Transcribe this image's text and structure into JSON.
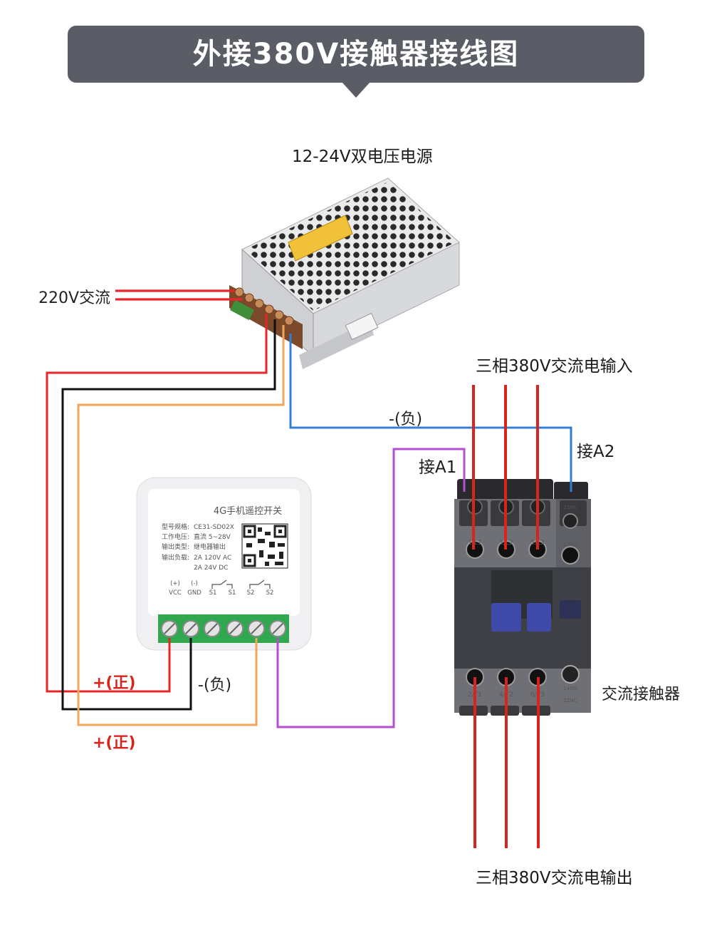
{
  "header": {
    "title": "外接380V接触器接线图"
  },
  "labels": {
    "power_supply": "12-24V双电压电源",
    "ac_220_input": "220V交流",
    "three_phase_input": "三相380V交流电输入",
    "three_phase_output": "三相380V交流电输出",
    "negative_top": "-(负)",
    "terminal_a1": "接A1",
    "terminal_a2": "接A2",
    "ac_contactor": "交流接触器",
    "positive_1": "+(正)",
    "negative_module": "-(负)",
    "positive_2": "+(正)"
  },
  "switch_module": {
    "title": "4G手机遥控开关",
    "specs": [
      {
        "key": "型号规格:",
        "value": "CE31-SD02X"
      },
      {
        "key": "工作电压:",
        "value": "直流 5~28V"
      },
      {
        "key": "输出类型:",
        "value": "继电器输出"
      },
      {
        "key": "输出负载:",
        "value": "2A 120V AC"
      },
      {
        "key": "",
        "value": "2A  24V DC"
      }
    ],
    "terminal_labels": [
      "VCC",
      "GND",
      "S1",
      "S1",
      "S2",
      "S2"
    ],
    "terminal_polarity": [
      "(+)",
      "(-)"
    ]
  },
  "contactor": {
    "top_terminals": [
      "1/L1",
      "3/L2",
      "5/L3",
      "13NO"
    ],
    "bottom_terminals": [
      "2/T1",
      "4/T2",
      "6/T3",
      "14NO"
    ],
    "aux_top": "21NC",
    "aux_bottom": "22NC",
    "coil_terminals": [
      "A1",
      "A2"
    ]
  },
  "colors": {
    "banner": "#5b5d66",
    "wire_red": "#e8262a",
    "wire_black": "#111111",
    "wire_orange": "#f2a65a",
    "wire_blue": "#2f7fd6",
    "wire_purple": "#b44fd0",
    "terminal_green": "#2fa84f"
  }
}
